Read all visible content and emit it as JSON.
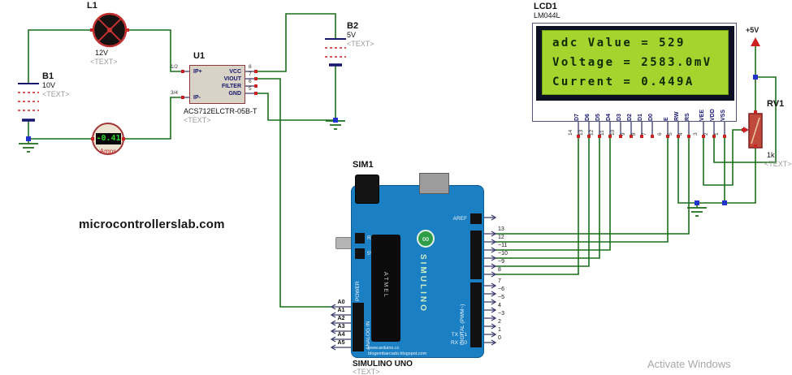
{
  "colors": {
    "wire": "#1c6e1c",
    "accent_red": "#cc2222",
    "board_blue": "#1b7fc4",
    "lcd_green": "#a6d42e",
    "lcd_text": "#0c2a06",
    "label_gray": "#9a9a9a",
    "pin_blue": "#16166e"
  },
  "watermark": "microcontrollerslab.com",
  "os_note": "Activate Windows",
  "power_rail": {
    "label": "+5V"
  },
  "lamp": {
    "ref": "L1",
    "value": "12V",
    "text": "<TEXT>"
  },
  "battery1": {
    "ref": "B1",
    "value": "10V",
    "text": "<TEXT>"
  },
  "battery2": {
    "ref": "B2",
    "value": "5V",
    "text": "<TEXT>"
  },
  "ammeter": {
    "reading": "-0.41",
    "unit": "Amps"
  },
  "sensor": {
    "ref": "U1",
    "part": "ACS712ELCTR-05B-T",
    "text": "<TEXT>",
    "pins_left": [
      {
        "name": "IP+",
        "num": "1/2"
      },
      {
        "name": "IP-",
        "num": "3/4"
      }
    ],
    "pins_right": [
      {
        "name": "VCC",
        "num": "8"
      },
      {
        "name": "VIOUT",
        "num": "7"
      },
      {
        "name": "FILTER",
        "num": "6"
      },
      {
        "name": "GND",
        "num": "5"
      }
    ]
  },
  "lcd": {
    "ref": "LCD1",
    "part": "LM044L",
    "lines": [
      "adc Value = 529",
      "Voltage = 2583.0mV",
      "Current = 0.449A"
    ],
    "pins": [
      {
        "name": "D7",
        "num": "14"
      },
      {
        "name": "D6",
        "num": "13"
      },
      {
        "name": "D5",
        "num": "12"
      },
      {
        "name": "D4",
        "num": "11"
      },
      {
        "name": "D3",
        "num": "10"
      },
      {
        "name": "D2",
        "num": "9"
      },
      {
        "name": "D1",
        "num": "8"
      },
      {
        "name": "D0",
        "num": "7"
      },
      {
        "name": "E",
        "num": "6"
      },
      {
        "name": "RW",
        "num": "5"
      },
      {
        "name": "RS",
        "num": "4"
      },
      {
        "name": "VEE",
        "num": "3"
      },
      {
        "name": "VDD",
        "num": "2"
      },
      {
        "name": "VSS",
        "num": "1"
      }
    ]
  },
  "arduino": {
    "ref": "SIM1",
    "name": "SIMULINO UNO",
    "text": "<TEXT>",
    "brand": "SIMULINO",
    "logo": "∞",
    "chip": "ATMEL",
    "aref": "AREF",
    "reset": "RESET",
    "five_v": "5V",
    "power": "POWER",
    "analog_in": "ANALOG IN",
    "digital_pwm": "DIGITAL (PWM~)",
    "tx": "TX > 1",
    "rx": "RX < 0",
    "url1": "www.arduino.cc",
    "url2": "blogembarcado.blogspot.com",
    "digital_top": [
      "13",
      "12",
      "~11",
      "~10",
      "~9",
      "8"
    ],
    "digital_bottom": [
      "7",
      "~6",
      "~5",
      "4",
      "~3",
      "2",
      "1",
      "0"
    ],
    "analog": [
      "A0",
      "A1",
      "A2",
      "A3",
      "A4",
      "A5"
    ]
  },
  "pot": {
    "ref": "RV1",
    "value": "1k",
    "text": "<TEXT>"
  }
}
